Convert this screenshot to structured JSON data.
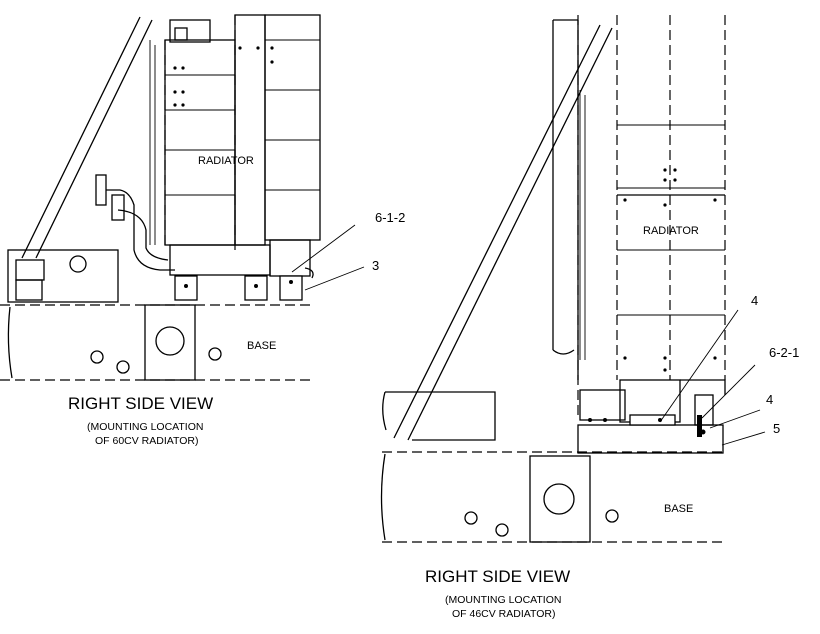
{
  "left_view": {
    "radiator_label": "RADIATOR",
    "base_label": "BASE",
    "callouts": [
      "6-1-2",
      "3"
    ],
    "caption": "RIGHT SIDE VIEW",
    "subcaption_line1": "(MOUNTING LOCATION",
    "subcaption_line2": "OF 60CV RADIATOR)"
  },
  "right_view": {
    "radiator_label": "RADIATOR",
    "base_label": "BASE",
    "callouts": [
      "4",
      "6-2-1",
      "4",
      "5"
    ],
    "caption": "RIGHT SIDE VIEW",
    "subcaption_line1": "(MOUNTING LOCATION",
    "subcaption_line2": "OF 46CV RADIATOR)"
  }
}
